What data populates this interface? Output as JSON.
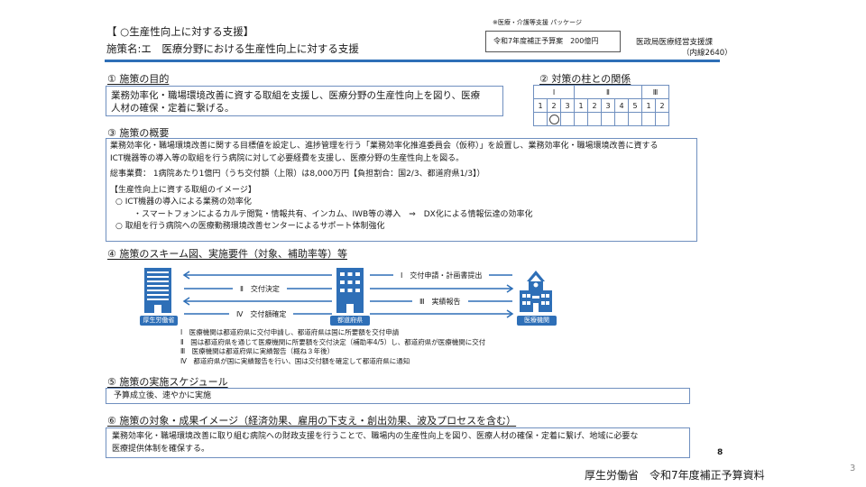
{
  "header": {
    "category": "【 ○生産性向上に対する支援】",
    "policy_name": "施策名:エ　医療分野における生産性向上に対する支援",
    "package_note": "※医療・介護等支援 パッケージ",
    "budget_label": "令和7年度補正予算案　200億円",
    "department": "医政局医療経営支援課",
    "extension": "（内線2640）"
  },
  "section1": {
    "title": "①  施策の目的",
    "lines": [
      "業務効率化・職場環境改善に資する取組を支援し、医療分野の生産性向上を図り、医療",
      "人材の確保・定着に繋げる。"
    ]
  },
  "section2": {
    "title": "②  対策の柱との関係",
    "groups": [
      {
        "label": "Ⅰ",
        "items": [
          "1",
          "2",
          "3"
        ]
      },
      {
        "label": "Ⅱ",
        "items": [
          "1",
          "2",
          "3",
          "4",
          "5"
        ]
      },
      {
        "label": "Ⅲ",
        "items": [
          "1",
          "2"
        ]
      }
    ],
    "marks": [
      "",
      "○",
      "",
      "",
      "",
      "",
      "",
      "",
      "",
      ""
    ]
  },
  "section3": {
    "title": "③  施策の概要",
    "lines": [
      "業務効率化・職場環境改善に関する目標値を設定し、進捗管理を行う「業務効率化推進委員会（仮称）」を設置し、業務効率化・職場環境改善に資する",
      "ICT機器等の導入等の取組を行う病院に対して必要経費を支援し、医療分野の生産性向上を図る。"
    ],
    "cost": " 総事業費： 1病院あたり1億円（うち交付額（上限）は8,000万円【負担割合：国2/3、都道府県1/3】）",
    "image_title": "【生産性向上に資する取組のイメージ】",
    "bullet1": "○ ICT機器の導入による業務の効率化",
    "sub1": "・スマートフォンによるカルテ閲覧・情報共有、インカム、IWB等の導入　⇒　DX化による情報伝達の効率化",
    "bullet2": "○ 取組を行う病院への医療勤務環境改善センターによるサポート体制強化"
  },
  "section4": {
    "title": "④  施策のスキーム図、実施要件（対象、補助率等）等",
    "entities": {
      "ministry": "厚生労働省",
      "prefecture": "都道府県",
      "hospital": "医療機関"
    },
    "arrows": {
      "a1": "Ⅰ　交付申請・計画書提出",
      "a2": "Ⅱ　交付決定",
      "a3": "Ⅲ　実績報告",
      "a4": "Ⅳ　交付額確定"
    },
    "notes": [
      "Ⅰ　医療機関は都道府県に交付申請し、都道府県は国に所要額を交付申請",
      "Ⅱ　国は都道府県を通じて医療機関に所要額を交付決定（補助率4/5）し、都道府県が医療機関に交付",
      "Ⅲ　医療機関は都道府県に実績報告（概ね３年後）",
      "Ⅳ　都道府県が国に実績報告を行い、国は交付額を確定して都道府県に通知"
    ]
  },
  "section5": {
    "title": "⑤  施策の実施スケジュール",
    "text": "予算成立後、速やかに実施"
  },
  "section6": {
    "title": "⑥ 施策の対象・成果イメージ（経済効果、雇用の下支え・創出効果、波及プロセスを含む）",
    "lines": [
      "業務効率化・職場環境改善に取り組む病院への財政支援を行うことで、職場内の生産性向上を図り、医療人材の確保・定着に繋げ、地域に必要な",
      "医療提供体制を確保する。"
    ]
  },
  "footer": {
    "page_inner": "8",
    "source": "厚生労働省　令和7年度補正予算資料",
    "slide_number": "3"
  },
  "colors": {
    "accent": "#2e6fb7",
    "box_border": "#6f8fbf"
  }
}
